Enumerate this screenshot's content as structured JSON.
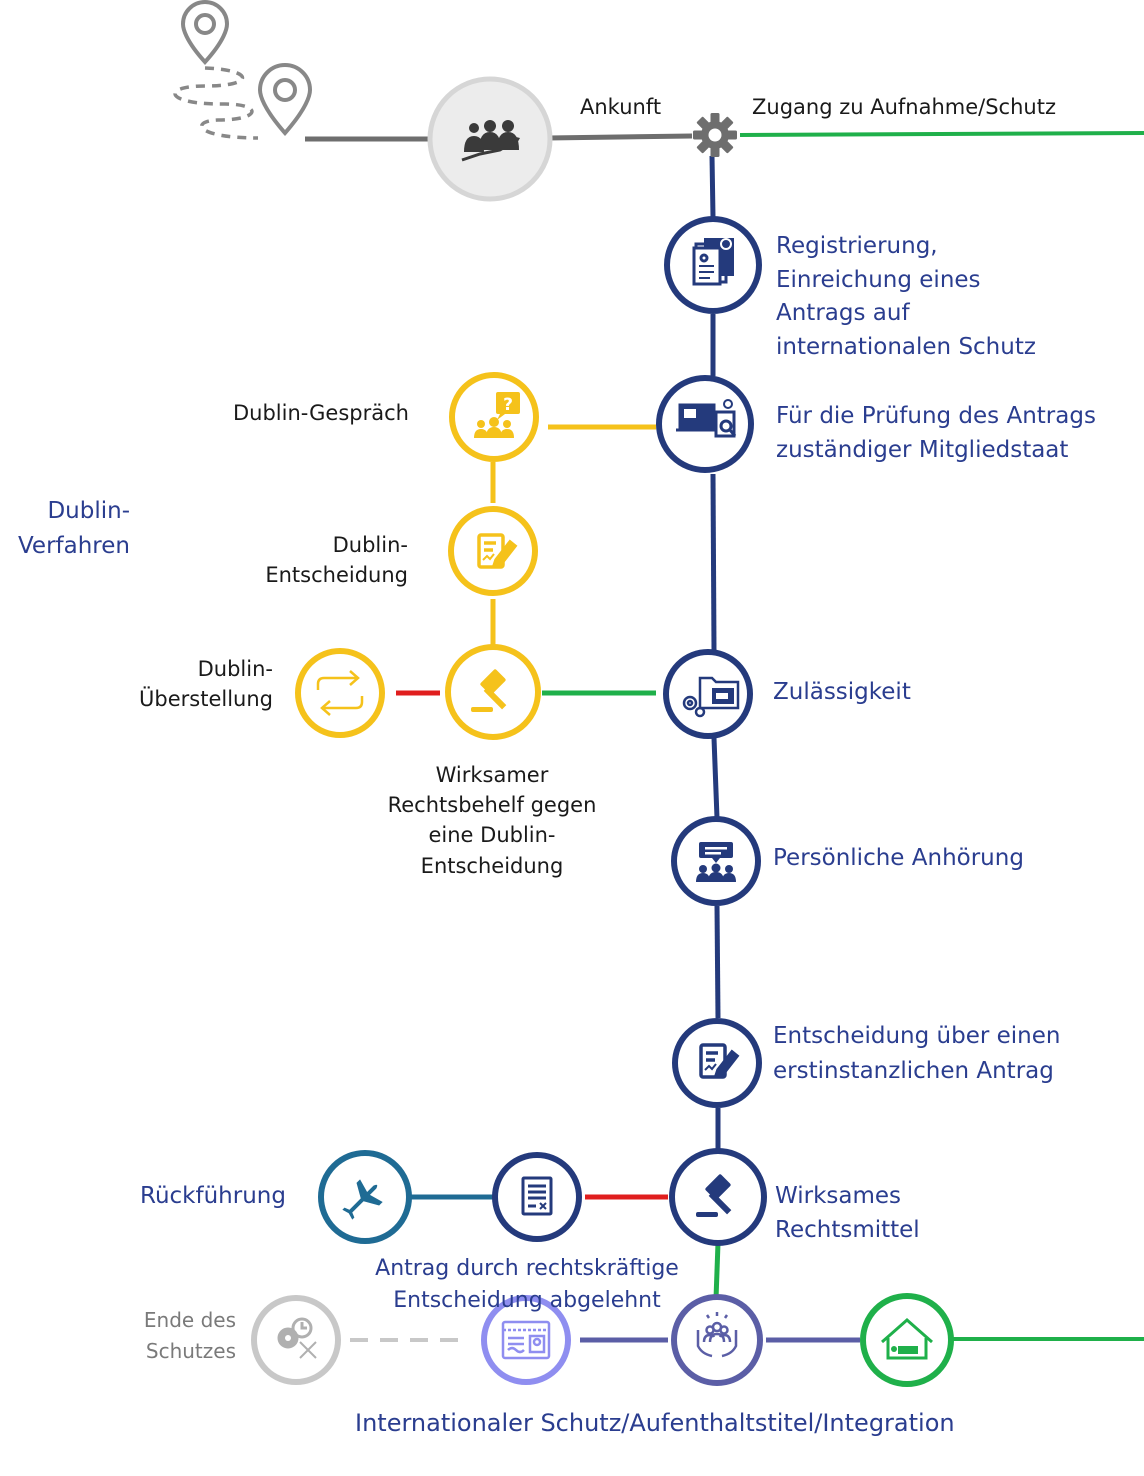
{
  "colors": {
    "navy": "#243a7c",
    "yellow": "#f5c21b",
    "green": "#1fb04a",
    "red": "#e01e1e",
    "teal": "#1f6b94",
    "purple": "#5b5ea6",
    "lavender": "#8f8ef0",
    "grey": "#6e6e6e",
    "lightgrey": "#c8c8c8"
  },
  "labels": {
    "ankunft": "Ankunft",
    "zugang": "Zugang zu Aufnahme/Schutz",
    "registrierung": [
      "Registrierung,",
      "Einreichung eines",
      "Antrags auf",
      "internationalen Schutz"
    ],
    "pruefung": [
      "Für die Prüfung des Antrags",
      "zuständiger Mitgliedstaat"
    ],
    "dublin_gespraech": "Dublin-Gespräch",
    "dublin_verfahren": [
      "Dublin-",
      "Verfahren"
    ],
    "dublin_entscheidung": [
      "Dublin-",
      "Entscheidung"
    ],
    "dublin_ueberstellung": [
      "Dublin-",
      "Überstellung"
    ],
    "zulaessigkeit": "Zulässigkeit",
    "rechtsbehelf": [
      "Wirksamer",
      "Rechtsbehelf gegen",
      "eine Dublin-",
      "Entscheidung"
    ],
    "anhoerung": "Persönliche Anhörung",
    "entscheidung": [
      "Entscheidung über einen",
      "erstinstanzlichen Antrag"
    ],
    "rueckfuehrung": "Rückführung",
    "rechtsmittel": [
      "Wirksames",
      "Rechtsmittel"
    ],
    "abgelehnt": [
      "Antrag durch rechtskräftige",
      "Entscheidung abgelehnt"
    ],
    "ende": [
      "Ende des",
      "Schutzes"
    ],
    "schutz": "Internationaler Schutz/Aufenthaltstitel/Integration"
  },
  "nodes": [
    {
      "name": "ankunft-node",
      "icon": "group-growth-icon"
    },
    {
      "name": "zugang-node",
      "icon": "gear-icon"
    },
    {
      "name": "registrierung-node",
      "icon": "documents-icon"
    },
    {
      "name": "pruefung-node",
      "icon": "laptop-search-icon"
    },
    {
      "name": "dublin-gespraech-node",
      "icon": "people-question-icon"
    },
    {
      "name": "dublin-entscheidung-node",
      "icon": "document-pen-icon"
    },
    {
      "name": "rechtsbehelf-node",
      "icon": "gavel-icon"
    },
    {
      "name": "ueberstellung-node",
      "icon": "transfer-arrows-icon"
    },
    {
      "name": "zulaessigkeit-node",
      "icon": "folder-gears-icon"
    },
    {
      "name": "anhoerung-node",
      "icon": "people-speech-icon"
    },
    {
      "name": "entscheidung-node",
      "icon": "document-pen-icon"
    },
    {
      "name": "rechtsmittel-node",
      "icon": "gavel-icon"
    },
    {
      "name": "abgelehnt-node",
      "icon": "document-x-icon"
    },
    {
      "name": "rueckfuehrung-node",
      "icon": "airplane-icon"
    },
    {
      "name": "schutz-node",
      "icon": "people-hands-icon"
    },
    {
      "name": "aufenthaltstitel-node",
      "icon": "permit-card-icon"
    },
    {
      "name": "integration-node",
      "icon": "house-bed-icon"
    },
    {
      "name": "ende-node",
      "icon": "expired-gear-icon"
    }
  ]
}
